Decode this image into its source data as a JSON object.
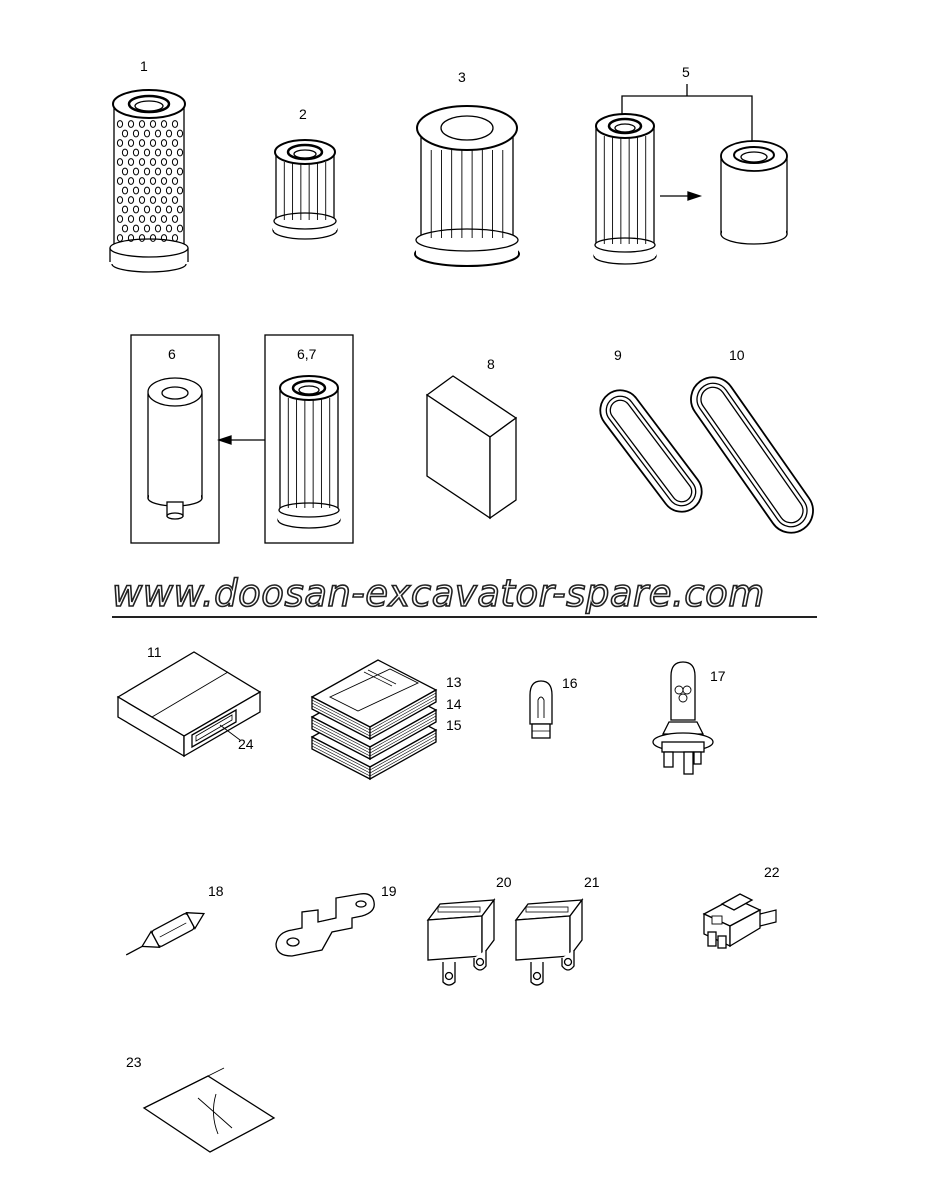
{
  "watermark": "www.doosan-excavator-spare.com",
  "callouts": {
    "c1": "1",
    "c2": "2",
    "c3": "3",
    "c5": "5",
    "c6": "6",
    "c67": "6,7",
    "c8": "8",
    "c9": "9",
    "c10": "10",
    "c11": "11",
    "c24": "24",
    "c13": "13",
    "c14": "14",
    "c15": "15",
    "c16": "16",
    "c17": "17",
    "c18": "18",
    "c19": "19",
    "c20": "20",
    "c21": "21",
    "c22": "22",
    "c23": "23"
  },
  "colors": {
    "line": "#000000",
    "background": "#ffffff",
    "shade": "#444444"
  }
}
